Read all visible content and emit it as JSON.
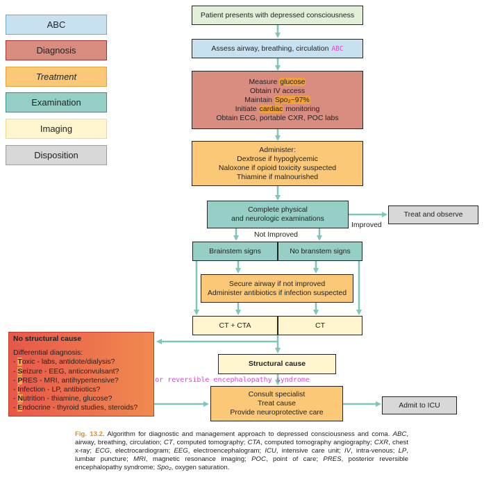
{
  "legend": [
    {
      "label": "ABC",
      "color": "#c7e1f0"
    },
    {
      "label": "Diagnosis",
      "color": "#d98c80"
    },
    {
      "label": "Treatment",
      "color": "#fbc877"
    },
    {
      "label": "Examination",
      "color": "#95cfc6"
    },
    {
      "label": "Imaging",
      "color": "#fff6cf"
    },
    {
      "label": "Disposition",
      "color": "#d8d8d8"
    }
  ],
  "nodes": {
    "start": "Patient presents with depressed consciousness",
    "assess": "Assess airway, breathing, circulation",
    "assess_tag": "ABC",
    "measure_pre": "Measure ",
    "measure_hl": "glucose",
    "iv": "Obtain IV access",
    "maintain_pre": "Maintain ",
    "maintain_hl": "Spo₂~97%",
    "cardiac_pre": "Initiate ",
    "cardiac_hl": "cardiac",
    "cardiac_post": " monitoring",
    "obtain": "Obtain ECG, portable CXR, POC labs",
    "administer": "Administer:",
    "dextrose": "Dextrose if hypoglycemic",
    "naloxone": "Naloxone if opioid toxicity suspected",
    "thiamine": "Thiamine if malnourished",
    "exam_1": "Complete physical",
    "exam_2": "and neurologic examinations",
    "treat_observe": "Treat and observe",
    "improved": "Improved",
    "not_improved": "Not Improved",
    "brainstem": "Brainstem signs",
    "no_brainstem": "No branstem signs",
    "secure_1": "Secure airway if not improved",
    "secure_2": "Administer antibiotics if infection suspected",
    "ct_cta": "CT + CTA",
    "ct": "CT",
    "structural": "Structural cause",
    "consult_1": "Consult specialist",
    "consult_2": "Treat cause",
    "consult_3": "Provide neuroprotective care",
    "admit": "Admit to ICU",
    "no_struct_title": "No structural cause",
    "ddx_title": "Differential diagnosis:",
    "ddx": [
      {
        "letter": "T",
        "word": "oxic",
        "rest": " - labs, antidote/dialysis?"
      },
      {
        "letter": "S",
        "word": "eizure",
        "rest": " - EEG, anticonvulsant?"
      },
      {
        "letter": "P",
        "word": "RES",
        "rest": " - MRI, antihypertensive?"
      },
      {
        "letter": "I",
        "word": "nfection",
        "rest": " - LP, antibiotics?"
      },
      {
        "letter": "N",
        "word": "utrition",
        "rest": " - thiamine, glucose?"
      },
      {
        "letter": "E",
        "word": "ndocrine",
        "rest": " - thyroid studies, steroids?"
      }
    ],
    "pres_note": "posterior reversible encephalopathy syndrome"
  },
  "caption": {
    "fig": "Fig. 13.2.",
    "text": "Algorithm for diagnostic and management approach to depressed consciousness and coma.",
    "abbrev": [
      [
        "ABC",
        ", airway, breathing, circulation; "
      ],
      [
        "CT",
        ", computed tomography; "
      ],
      [
        "CTA",
        ", computed tomography angiography; "
      ],
      [
        "CXR",
        ", chest x-ray; "
      ],
      [
        "ECG",
        ", electrocardiogram; "
      ],
      [
        "EEG",
        ", electroencephalogram; "
      ],
      [
        "ICU",
        ", intensive care unit; "
      ],
      [
        "IV",
        ", intra-venous; "
      ],
      [
        "LP",
        ", lumbar puncture; "
      ],
      [
        "MRI",
        ", magnetic resonance imaging; "
      ],
      [
        "POC",
        ", point of care; "
      ],
      [
        "PRES",
        ", posterior reversible encephalopathy syndrome; "
      ],
      [
        "Spo₂",
        ", oxygen saturation."
      ]
    ]
  }
}
